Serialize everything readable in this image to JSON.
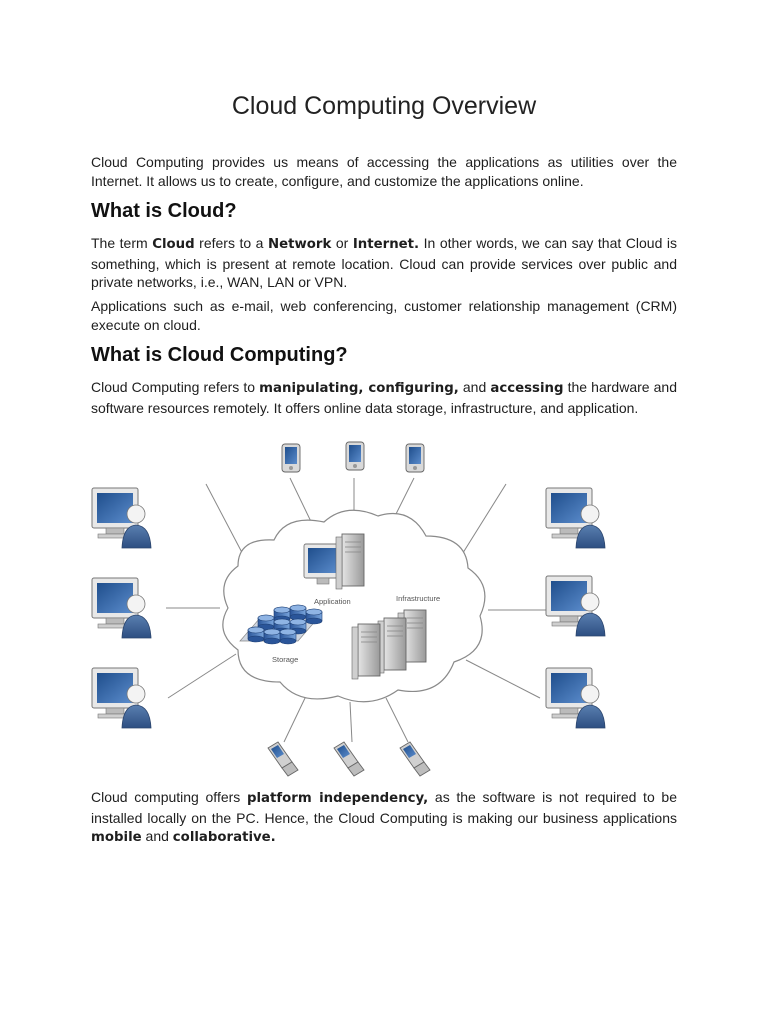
{
  "title": "Cloud Computing Overview",
  "intro": "Cloud Computing provides us means of accessing the applications as utilities over the Internet. It allows us to create, configure, and customize the applications online.",
  "section1": {
    "heading": "What is Cloud?",
    "p1": {
      "t1": "The term ",
      "b1": "Cloud",
      "t2": " refers to a ",
      "b2": "Network",
      "t3": " or ",
      "b3": "Internet.",
      "t4": " In other words, we can say that Cloud is something, which is present at remote location. Cloud can provide services over public and private networks, i.e., WAN, LAN or VPN."
    },
    "p2": "Applications such as e-mail, web conferencing, customer relationship management (CRM) execute on cloud."
  },
  "section2": {
    "heading": "What is Cloud Computing?",
    "p1": {
      "t1": "Cloud Computing refers to ",
      "b1": "manipulating, configuring,",
      "t2": " and ",
      "b2": "accessing",
      "t3": " the hardware and software resources remotely. It offers online data storage, infrastructure, and application."
    }
  },
  "diagram": {
    "labels": {
      "application": "Application",
      "infrastructure": "Infrastructure",
      "storage": "Storage"
    }
  },
  "closing": {
    "t1": "Cloud computing offers ",
    "b1": "platform independency,",
    "t2": " as the software is not required to be installed locally on the PC. Hence, the Cloud Computing is making our business applications ",
    "b2": "mobile",
    "t3": " and ",
    "b3": "collaborative."
  }
}
